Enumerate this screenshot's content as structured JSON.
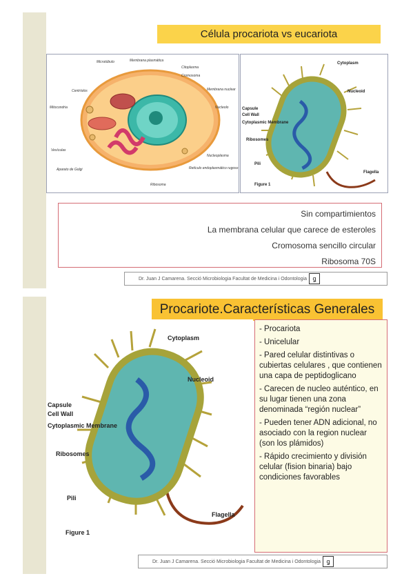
{
  "slide1": {
    "title": "Célula procariota vs eucariota",
    "euk_labels": [
      "Microtúbulo",
      "Membrana plasmática",
      "Citoplasma",
      "Cromosoma",
      "Membrana nuclear",
      "Centríolos",
      "Mitocondria",
      "Nucleolo",
      "Vesículas",
      "Nucleoplasma",
      "Aparato de Golgi",
      "Retículo endoplasmático rugoso",
      "Ribosoma"
    ],
    "prok_labels": [
      "Cytoplasm",
      "Nucleoid",
      "Capsule",
      "Cell Wall",
      "Cytoplasmic Membrane",
      "Ribosomes",
      "Pili",
      "Flagella",
      "Figure 1"
    ],
    "lines": [
      "Sin compartimientos",
      "La membrana celular que carece de esteroles",
      "Cromosoma sencillo circular",
      "Ribosoma 70S"
    ],
    "footer": "Dr. Juan J Camarena.   Secció  Microbiologia Facultat de Medicina i Odontologia"
  },
  "slide2": {
    "title": "Procariote.Características Generales",
    "prok_labels": [
      "Cytoplasm",
      "Nucleoid",
      "Capsule",
      "Cell Wall",
      "Cytoplasmic Membrane",
      "Ribosomes",
      "Pili",
      "Flagella",
      "Figure 1"
    ],
    "characteristics": [
      "- Procariota",
      "- Unicelular",
      "- Pared celular distintivas o cubiertas celulares , que contienen una capa de peptidoglicano",
      "- Carecen de nucleo auténtico, en su lugar tienen una zona denominada “región nuclear”",
      "- Pueden tener ADN adicional, no asociado con la region nuclear (son los plámidos)",
      "- Rápido crecimiento y división celular (fision binaria) bajo condiciones favorables"
    ],
    "footer": "Dr. Juan J Camarena.   Secció  Microbiologia Facultat de Medicina i Odontologia"
  }
}
